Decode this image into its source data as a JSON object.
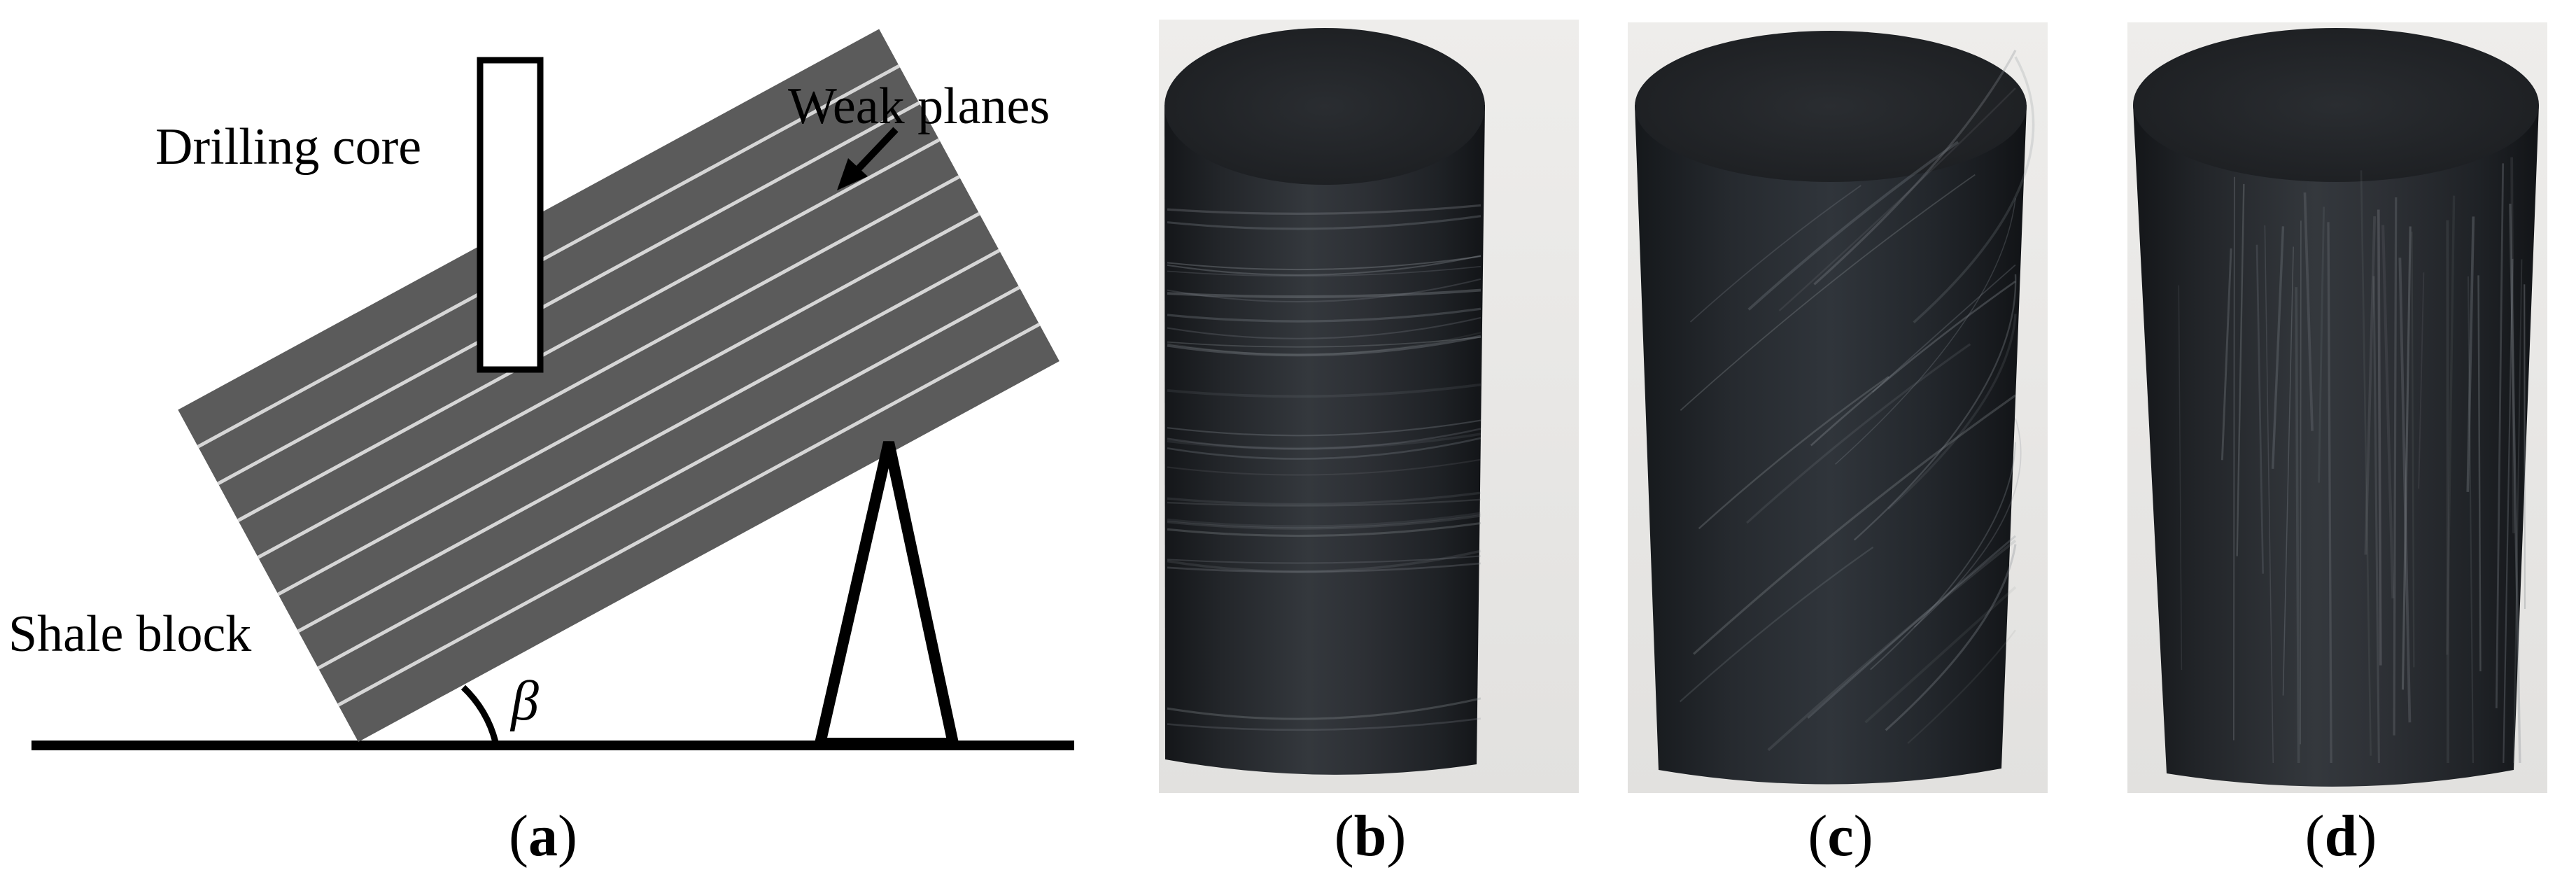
{
  "diagram": {
    "labels": {
      "drilling_core": "Drilling core",
      "weak_planes": "Weak planes",
      "shale_block": "Shale block",
      "angle_symbol": "β"
    },
    "colors": {
      "shale_fill": "#5b5b5b",
      "weak_plane_line": "#d6d6d6",
      "outline": "#000000",
      "core_fill": "#ffffff"
    },
    "weak_plane_count": 8
  },
  "photos": {
    "colors": {
      "background": "#e9e8e6",
      "core_dark": "#1b1d20",
      "core_mid": "#2c2f33",
      "core_highlight": "#3d4146",
      "top_face": "#23262a"
    }
  },
  "panels": [
    {
      "letter": "a"
    },
    {
      "letter": "b"
    },
    {
      "letter": "c"
    },
    {
      "letter": "d"
    }
  ]
}
